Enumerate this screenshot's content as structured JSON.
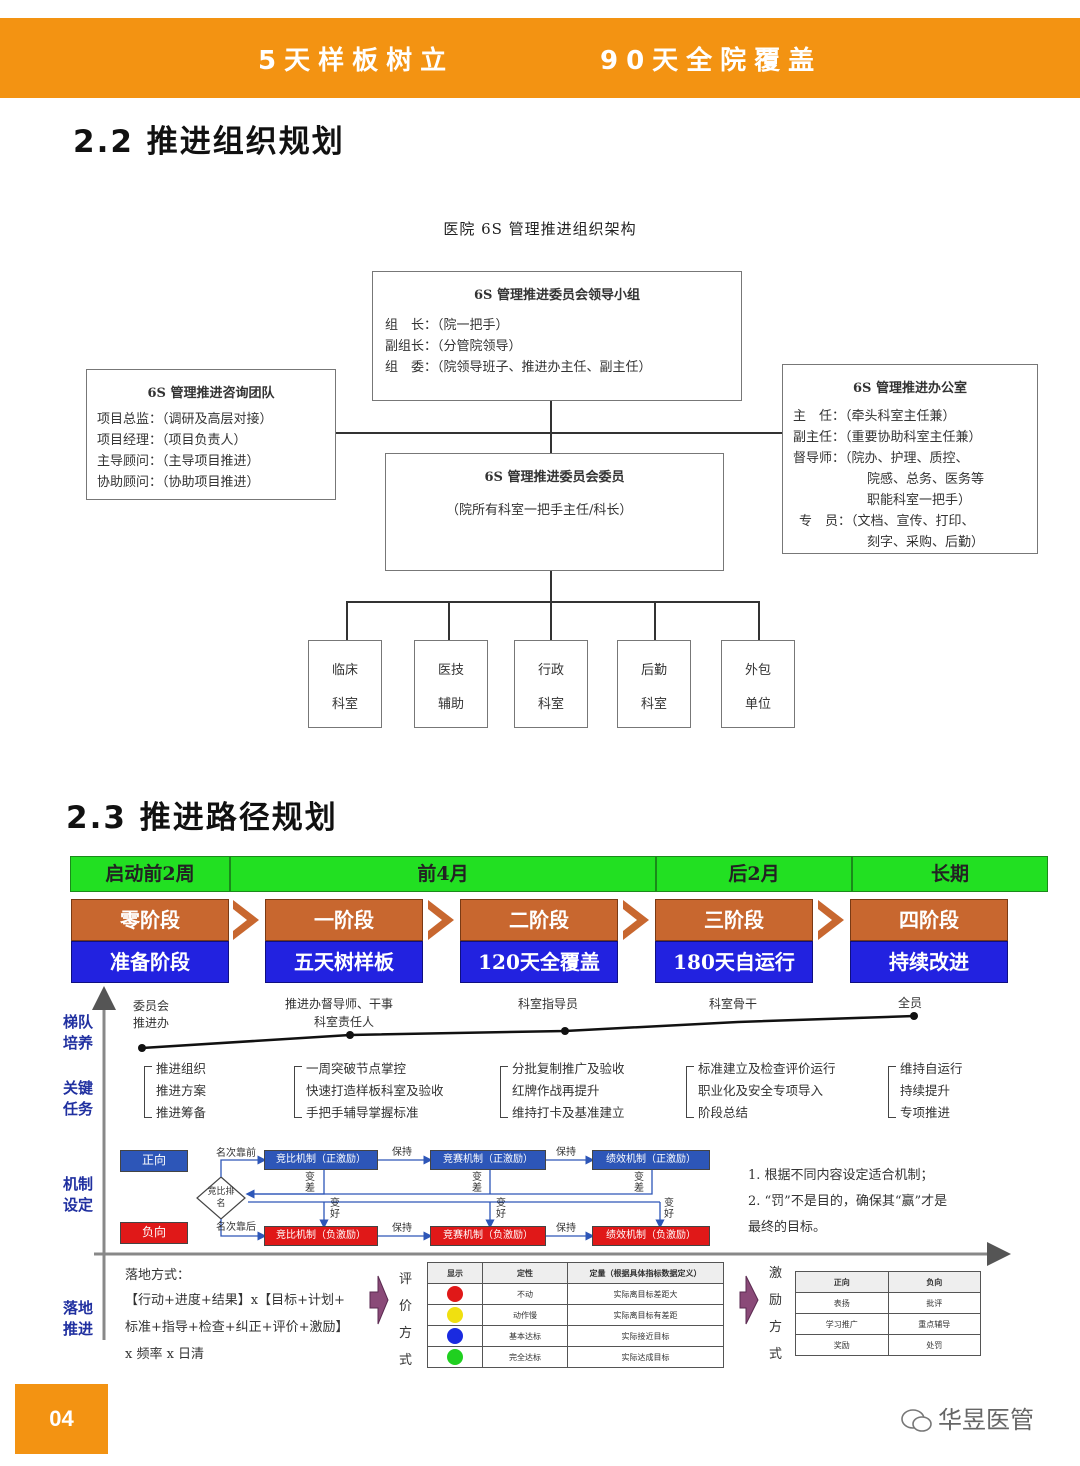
{
  "banner": {
    "left": "5天样板树立",
    "right": "90天全院覆盖"
  },
  "sec22": "2.2 推进组织规划",
  "org": {
    "title": "医院 6S 管理推进组织架构",
    "leader": {
      "title": "6S 管理推进委员会领导小组",
      "lines": [
        "组　长：（院一把手）",
        "副组长：（分管院领导）",
        "组　委：（院领导班子、推进办主任、副主任）"
      ]
    },
    "consult": {
      "title": "6S 管理推进咨询团队",
      "lines": [
        "项目总监：（调研及高层对接）",
        "项目经理：（项目负责人）",
        "主导顾问：（主导项目推进）",
        "协助顾问：（协助项目推进）"
      ]
    },
    "office": {
      "title": "6S 管理推进办公室",
      "lines": [
        "主　任：（牵头科室主任兼）",
        "副主任：（重要协助科室主任兼）",
        "督导师：（院办、护理、质控、",
        "院感、总务、医务等",
        "职能科室一把手）",
        "专　员：（文档、宣传、打印、",
        "刻字、采购、后勤）"
      ]
    },
    "committee": {
      "title": "6S 管理推进委员会委员",
      "line": "（院所有科室一把手主任/科长）"
    },
    "units": [
      {
        "a": "临床",
        "b": "科室"
      },
      {
        "a": "医技",
        "b": "辅助"
      },
      {
        "a": "行政",
        "b": "科室"
      },
      {
        "a": "后勤",
        "b": "科室"
      },
      {
        "a": "外包",
        "b": "单位"
      }
    ]
  },
  "sec23": "2.3 推进路径规划",
  "path": {
    "headers": [
      "启动前2周",
      "前4月",
      "后2月",
      "长期"
    ],
    "stages": [
      {
        "top": "零阶段",
        "bottom": "准备阶段"
      },
      {
        "top": "一阶段",
        "bottom": "五天树样板"
      },
      {
        "top": "二阶段",
        "bottom": "120天全覆盖"
      },
      {
        "top": "三阶段",
        "bottom": "180天自运行"
      },
      {
        "top": "四阶段",
        "bottom": "持续改进"
      }
    ],
    "row_labels": {
      "team": "梯队培养",
      "task": "关键任务",
      "mech": "机制设定",
      "land": "落地推进"
    },
    "team": [
      {
        "a": "委员会",
        "b": "推进办"
      },
      {
        "a": "推进办督导师、干事",
        "b": "科室责任人"
      },
      {
        "a": "科室指导员",
        "b": ""
      },
      {
        "a": "科室骨干",
        "b": ""
      },
      {
        "a": "全员",
        "b": ""
      }
    ],
    "tasks": [
      [
        "推进组织",
        "推进方案",
        "推进筹备"
      ],
      [
        "一周突破节点掌控",
        "快速打造样板科室及验收",
        "手把手辅导掌握标准"
      ],
      [
        "分批复制推广及验收",
        "红牌作战再提升",
        "维持打卡及基准建立"
      ],
      [
        "标准建立及检查评价运行",
        "职业化及安全专项导入",
        "阶段总结"
      ],
      [
        "维持自运行",
        "持续提升",
        "专项推进"
      ]
    ],
    "mech": {
      "pos": "正向",
      "neg": "负向",
      "pos_boxes": [
        "竞比机制（正激励）",
        "竞赛机制（正激励）",
        "绩效机制（正激励）"
      ],
      "neg_boxes": [
        "竞比机制（负激励）",
        "竞赛机制（负激励）",
        "绩效机制（负激励）"
      ],
      "diamond": "竞比排名",
      "top_rank": "名次靠前",
      "bottom_rank": "名次靠后",
      "keep": "保持",
      "worse": "变差",
      "better": "变好",
      "notes": [
        "1. 根据不同内容设定适合机制；",
        "2. “罚”不是目的，确保其“赢”才是",
        "最终的目标。"
      ]
    },
    "land": {
      "label": "落地方式：",
      "lines": [
        "【行动+进度+结果】x【目标+计划+",
        "标准+指导+检查+纠正+评价+激励】",
        "x 频率 x 日清"
      ],
      "eval_label": "评价方式",
      "eval_headers": [
        "显示",
        "定性",
        "定量（根据具体指标数据定义）"
      ],
      "eval_rows": [
        {
          "color": "#e01818",
          "q": "不动",
          "n": "实际离目标差距大"
        },
        {
          "color": "#f0e010",
          "q": "动作慢",
          "n": "实际离目标有差距"
        },
        {
          "color": "#1a2ae0",
          "q": "基本达标",
          "n": "实际接近目标"
        },
        {
          "color": "#20d020",
          "q": "完全达标",
          "n": "实际达成目标"
        }
      ],
      "incent_label": "激励方式",
      "incent_headers": [
        "正向",
        "负向"
      ],
      "incent_rows": [
        [
          "表扬",
          "批评"
        ],
        [
          "学习推广",
          "重点辅导"
        ],
        [
          "奖励",
          "处罚"
        ]
      ]
    }
  },
  "page_num": "04",
  "watermark": "华昱医管"
}
